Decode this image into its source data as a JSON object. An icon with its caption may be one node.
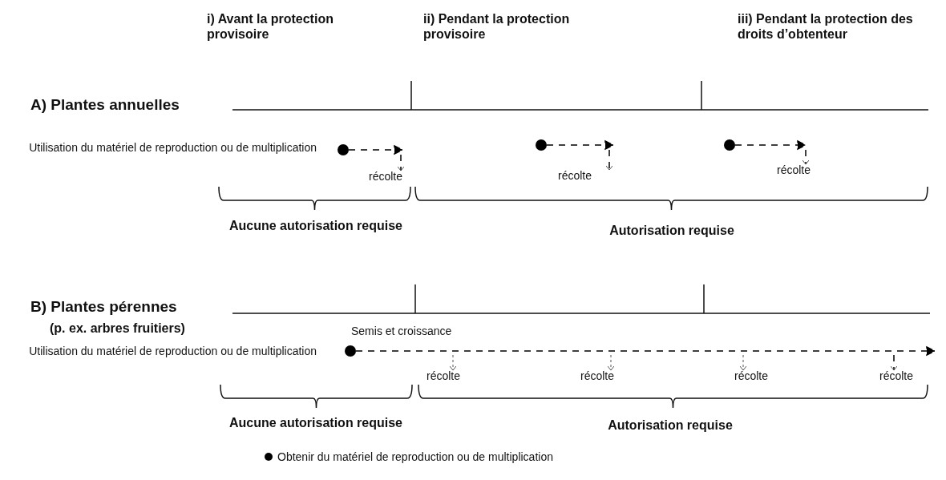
{
  "diagram": {
    "nodes": [
      {
        "text": [],
        "shape": "circle"
      },
      {
        "text": [
          "récolte"
        ]
      },
      {
        "text": [],
        "shape": "circle"
      },
      {
        "text": [
          "récolte"
        ]
      },
      {
        "text": [],
        "shape": "circle"
      },
      {
        "text": [
          "récolte"
        ]
      },
      {
        "text": [],
        "shape": "circle"
      },
      {
        "text": [
          "récolte"
        ]
      },
      {
        "text": [
          "récolte"
        ]
      },
      {
        "text": [
          "récolte"
        ]
      },
      {
        "text": [
          "récolte"
        ]
      }
    ],
    "edges": [
      {
        "from": 0,
        "to": 1,
        "arrow": "to",
        "style": "dashed"
      },
      {
        "from": 2,
        "to": 3,
        "arrow": "to",
        "style": "dashed"
      },
      {
        "from": 4,
        "to": 5,
        "arrow": "to",
        "style": "dashed"
      },
      {
        "from": 6,
        "to": 10,
        "arrow": "to",
        "style": "dashed",
        "label": "Semis et croissance"
      },
      {
        "from": null,
        "to": 7,
        "arrow": "to",
        "style": "dashed"
      },
      {
        "from": null,
        "to": 8,
        "arrow": "to",
        "style": "dashed"
      },
      {
        "from": null,
        "to": 9,
        "arrow": "to",
        "style": "dashed"
      }
    ],
    "labels": [
      "i) Avant la protection provisoire",
      "ii) Pendant la protection provisoire",
      "iii) Pendant la protection des droits d’obtenteur",
      "A) Plantes annuelles",
      "Utilisation du matériel de reproduction ou de multiplication",
      "Aucune autorisation requise",
      "Autorisation requise",
      "B) Plantes pérennes",
      "(p. ex. arbres fruitiers)",
      "Utilisation du matériel de reproduction ou de multiplication",
      "Aucune autorisation requise",
      "Autorisation requise"
    ],
    "legend": [
      {
        "text": "Obtenir du matériel de reproduction ou de multiplication"
      }
    ]
  }
}
